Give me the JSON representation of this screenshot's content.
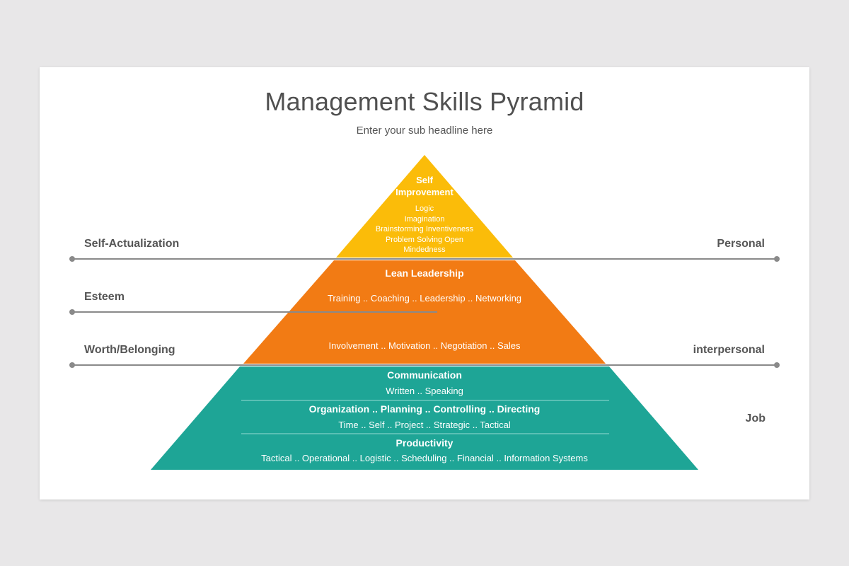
{
  "title": "Management Skills Pyramid",
  "subtitle": "Enter your sub headline here",
  "colors": {
    "background": "#e8e7e8",
    "yellow": "#fbbc09",
    "orange": "#f27b14",
    "teal": "#1ea596",
    "line": "#8a8a8a",
    "label": "#555555"
  },
  "left_labels": [
    "Self-Actualization",
    "Esteem",
    "Worth/Belonging"
  ],
  "right_labels": [
    "Personal",
    "interpersonal",
    "Job"
  ],
  "tiers": {
    "top": {
      "heading": [
        "Self",
        "Improvement"
      ],
      "items": [
        "Logic",
        "Imagination",
        "Brainstorming  Inventiveness",
        "Problem  Solving  Open",
        "Mindedness"
      ]
    },
    "middle": {
      "heading": "Lean Leadership",
      "row1": "Training  ..  Coaching  ..  Leadership  ..  Networking",
      "row2": "Involvement  ..  Motivation  ..  Negotiation  ..  Sales"
    },
    "bottom": {
      "communication": "Communication",
      "communication_items": "Written  ..  Speaking",
      "organization": "Organization  ..  Planning  ..  Controlling  ..  Directing",
      "organization_items": "Time  ..  Self  ..  Project  ..  Strategic  ..  Tactical",
      "productivity": "Productivity",
      "productivity_items": "Tactical  ..  Operational  ..  Logistic  ..  Scheduling  ..  Financial  ..  Information Systems"
    }
  }
}
